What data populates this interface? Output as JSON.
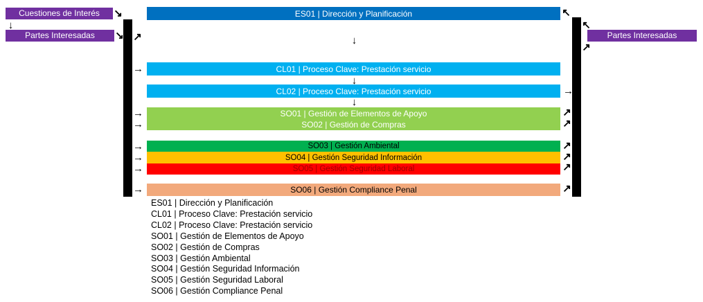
{
  "side_boxes": {
    "left_top": "Cuestiones de Interés",
    "left_bottom": "Partes Interesadas",
    "right": "Partes Interesadas"
  },
  "process_bars": {
    "es01": "ES01 | Dirección y Planificación",
    "cl01": "CL01 | Proceso Clave: Prestación servicio",
    "cl02": "CL02 | Proceso Clave: Prestación servicio",
    "so01": "SO01 | Gestión de Elementos de Apoyo",
    "so02": "SO02 | Gestión de Compras",
    "so03": "SO03 | Gestión Ambiental",
    "so04": "SO04 | Gestión Seguridad Información",
    "so05": "SO05 | Gestión Seguridad Laboral",
    "so06": "SO06 | Gestión Compliance Penal"
  },
  "legend": [
    "ES01 | Dirección y Planificación",
    "CL01 | Proceso Clave: Prestación servicio",
    "CL02 | Proceso Clave: Prestación servicio",
    "SO01 | Gestión de Elementos de Apoyo",
    "SO02 | Gestión de Compras",
    "SO03 | Gestión Ambiental",
    "SO04 | Gestión Seguridad Información",
    "SO05 | Gestión Seguridad Laboral",
    "SO06 | Gestión Compliance Penal"
  ],
  "icons": {
    "arrow_down": "↓",
    "arrow_right": "→",
    "arrow_down_right": "↘",
    "arrow_up_right": "↗",
    "arrow_up_left": "↖"
  },
  "colors": {
    "purple": "#7030A0",
    "blue": "#0070C0",
    "light_blue": "#00B0F0",
    "light_green": "#92D050",
    "green": "#00B050",
    "amber": "#FFC000",
    "red": "#FF0000",
    "dark_red_text": "#A00000",
    "salmon": "#F2A97C",
    "rail_black": "#000000"
  }
}
